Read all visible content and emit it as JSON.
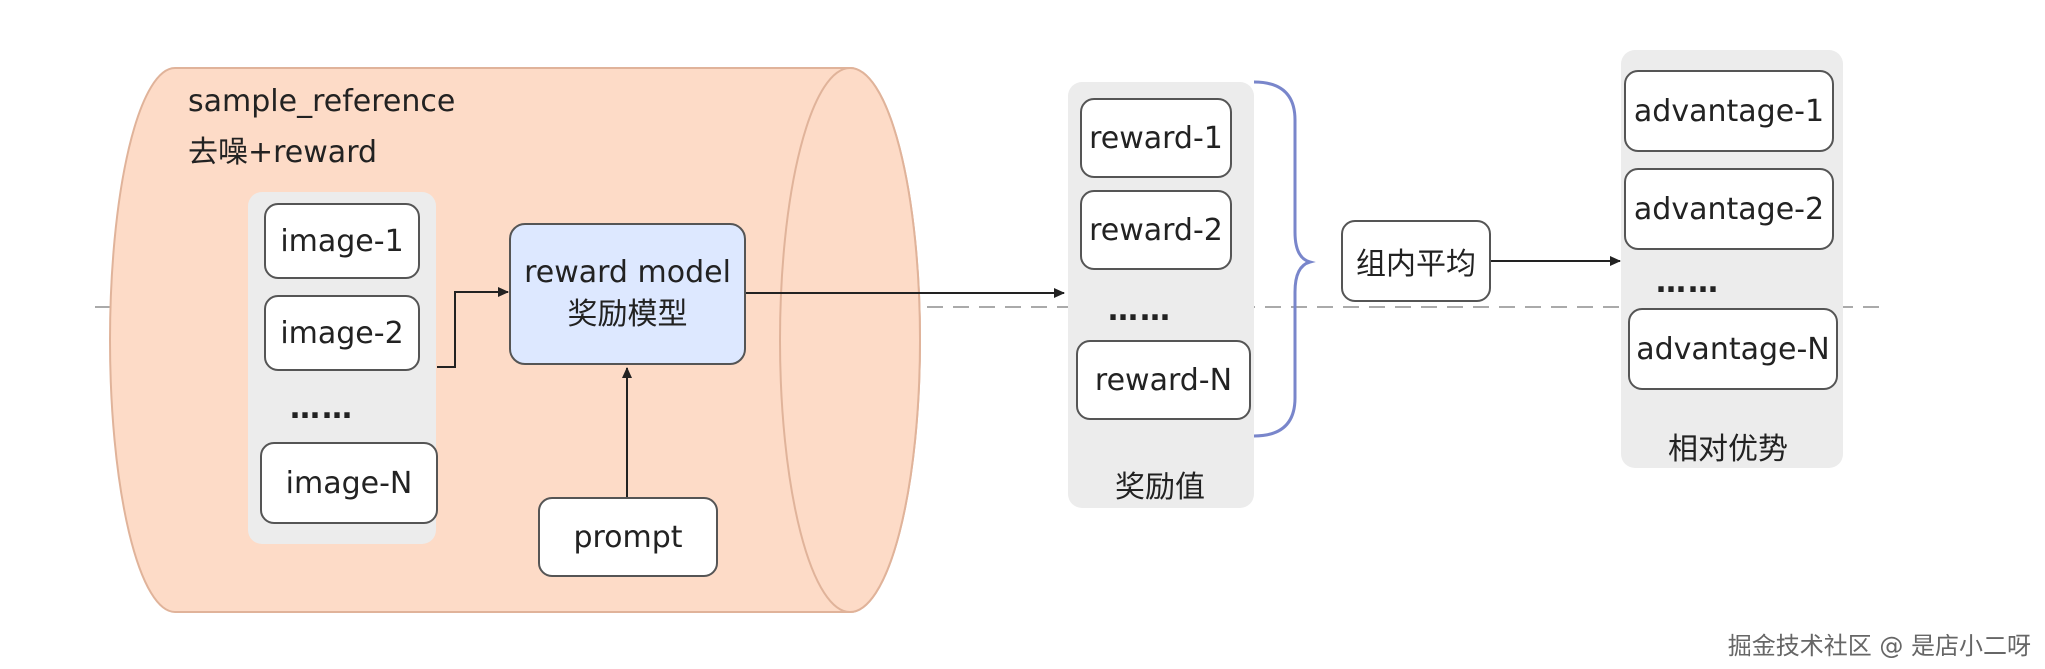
{
  "cylinder": {
    "title_line1": "sample_reference",
    "title_line2": "去噪+reward"
  },
  "images": [
    "image-1",
    "image-2",
    "image-N"
  ],
  "ellipsis": "……",
  "reward_model": {
    "line1": "reward model",
    "line2": "奖励模型"
  },
  "prompt": "prompt",
  "rewards": [
    "reward-1",
    "reward-2",
    "reward-N"
  ],
  "rewards_caption": "奖励值",
  "group_avg": "组内平均",
  "advantages": [
    "advantage-1",
    "advantage-2",
    "advantage-N"
  ],
  "advantages_caption": "相对优势",
  "watermark": "掘金技术社区 @ 是店小二呀",
  "colors": {
    "cylinder_fill": "#fddbc7",
    "model_fill": "#dde8ff",
    "brace": "#7986cb",
    "panel": "#ececec"
  }
}
